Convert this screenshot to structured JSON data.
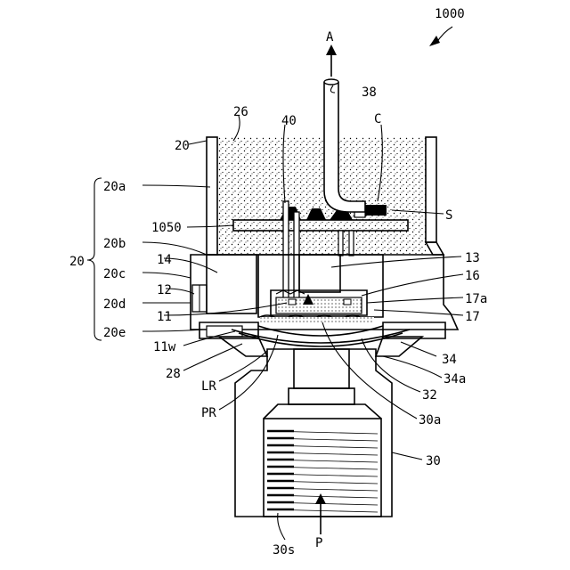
{
  "figure": {
    "number": "1000",
    "arrow_top": "A",
    "arrow_bottom": "P"
  },
  "labels": {
    "n20_top": "20",
    "n26": "26",
    "n40": "40",
    "n38": "38",
    "nC": "C",
    "nS": "S",
    "n20a": "20a",
    "n1050": "1050",
    "n20b": "20b",
    "n20": "20",
    "n14": "14",
    "n20c": "20c",
    "n12": "12",
    "n20d": "20d",
    "n11": "11",
    "n20e": "20e",
    "n13": "13",
    "n16": "16",
    "n17a": "17a",
    "n17": "17",
    "n11w": "11w",
    "n28": "28",
    "nLR": "LR",
    "nPR": "PR",
    "n34": "34",
    "n34a": "34a",
    "n32": "32",
    "n30a": "30a",
    "n30": "30",
    "n30s": "30s"
  }
}
